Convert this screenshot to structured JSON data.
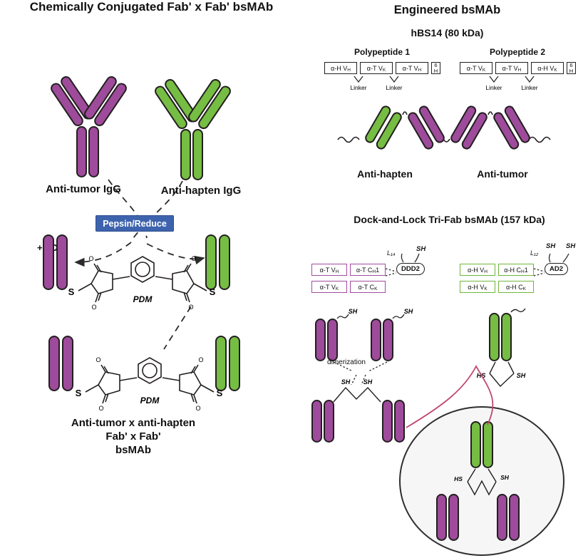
{
  "colors": {
    "purple": "#9E4B9B",
    "green": "#76BD43",
    "blue": "#3E63AD",
    "red_line": "#C0486F",
    "outline": "#231F20",
    "purple_box_border": "#A14C9E",
    "green_box_border": "#6FB53A"
  },
  "left": {
    "title": "Chemically Conjugated Fab' x Fab' bsMAb",
    "anti_tumor_igg": "Anti-tumor IgG",
    "anti_hapten_igg": "Anti-hapten IgG",
    "pepsin_reduce": "Pepsin/Reduce",
    "plus_pdm": "+ PDM",
    "pdm": "PDM",
    "s": "S",
    "o": "O",
    "product_line1": "Anti-tumor x anti-hapten",
    "product_line2": "Fab' x Fab'",
    "product_line3": "bsMAb"
  },
  "right": {
    "title": "Engineered bsMAb",
    "hbs14": {
      "title": "hBS14 (80 kDa)",
      "polypeptide1_label": "Polypeptide 1",
      "polypeptide2_label": "Polypeptide 2",
      "linker": "Linker",
      "his_tag": {
        "line1": "6",
        "line2": "H"
      },
      "p1_domains": [
        {
          "main": "α-H V",
          "sub": "H"
        },
        {
          "main": "α-T V",
          "sub": "K"
        },
        {
          "main": "α-T V",
          "sub": "H"
        }
      ],
      "p2_domains": [
        {
          "main": "α-T V",
          "sub": "K"
        },
        {
          "main": "α-T V",
          "sub": "H"
        },
        {
          "main": "α-H V",
          "sub": "K"
        }
      ],
      "anti_hapten": "Anti-hapten",
      "anti_tumor": "Anti-tumor"
    },
    "dnl": {
      "title": "Dock-and-Lock Tri-Fab bsMAb (157 kDa)",
      "left_row1": [
        {
          "main": "α-T V",
          "sub": "H"
        },
        {
          "main": "α-T C",
          "sub": "H",
          "tail": "1"
        }
      ],
      "left_row2": [
        {
          "main": "α-T V",
          "sub": "K"
        },
        {
          "main": "α-T C",
          "sub": "K"
        }
      ],
      "right_row1": [
        {
          "main": "α-H V",
          "sub": "H"
        },
        {
          "main": "α-H C",
          "sub": "H",
          "tail": "1"
        }
      ],
      "right_row2": [
        {
          "main": "α-H V",
          "sub": "K"
        },
        {
          "main": "α-H C",
          "sub": "K"
        }
      ],
      "ddd2": "DDD2",
      "ad2": "AD2",
      "l14": "L₁₄",
      "l12": "L₁₂",
      "sh": "SH",
      "hs": "HS",
      "dimerization": "dimerization"
    }
  }
}
